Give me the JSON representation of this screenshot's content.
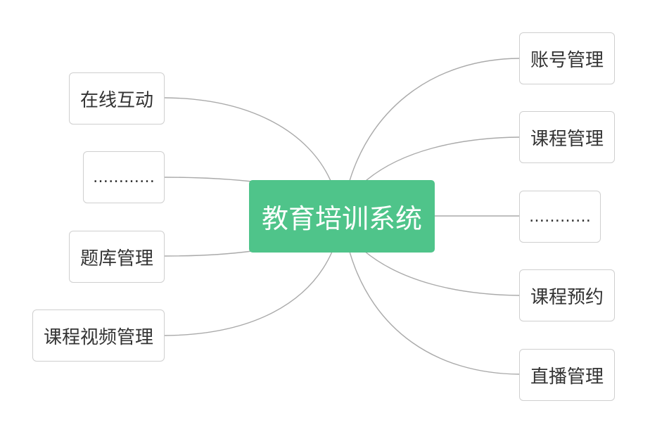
{
  "colors": {
    "root_fill": "#4fc48a",
    "root_text": "#ffffff",
    "branch_border": "#cfcfcf",
    "branch_text": "#333333",
    "link_stroke": "#aaaaaa"
  },
  "root": {
    "label": "教育培训系统"
  },
  "left_branches": [
    {
      "label": "在线互动"
    },
    {
      "label": "…………"
    },
    {
      "label": "题库管理"
    },
    {
      "label": "课程视频管理"
    }
  ],
  "right_branches": [
    {
      "label": "账号管理"
    },
    {
      "label": "课程管理"
    },
    {
      "label": "…………"
    },
    {
      "label": "课程预约"
    },
    {
      "label": "直播管理"
    }
  ]
}
